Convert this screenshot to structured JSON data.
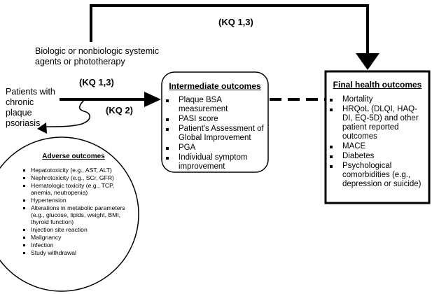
{
  "intervention_label": "Biologic or nonbiologic systemic agents or phototherapy",
  "population_label": "Patients with chronic plaque psoriasis",
  "kq_top": "(KQ 1,3)",
  "kq_arrow": "(KQ 1,3)",
  "kq_adverse": "(KQ 2)",
  "intermediate": {
    "title": "Intermediate outcomes",
    "items": [
      "Plaque BSA measurement",
      "PASI score",
      "Patient's Assessment of Global Improvement",
      "PGA",
      "Individual symptom improvement"
    ]
  },
  "final": {
    "title": "Final health outcomes",
    "items": [
      "Mortality",
      "HRQoL (DLQI, HAQ-DI, EQ-5D) and other patient reported outcomes",
      "MACE",
      "Diabetes",
      "Psychological comorbidities (e.g., depression or suicide)"
    ]
  },
  "adverse": {
    "title": "Adverse outcomes",
    "items": [
      "Hepatotoxicity (e.g., AST, ALT)",
      "Nephrotoxicity (e.g., SCr, GFR)",
      "Hematologic toxicity (e.g., TCP, anemia, neutropenia)",
      "Hypertension",
      "Alterations in metabolic parameters (e.g., glucose, lipids, weight, BMI, thyroid function)",
      "Injection site reaction",
      "Malignancy",
      "Infection",
      "Study withdrawal"
    ]
  }
}
